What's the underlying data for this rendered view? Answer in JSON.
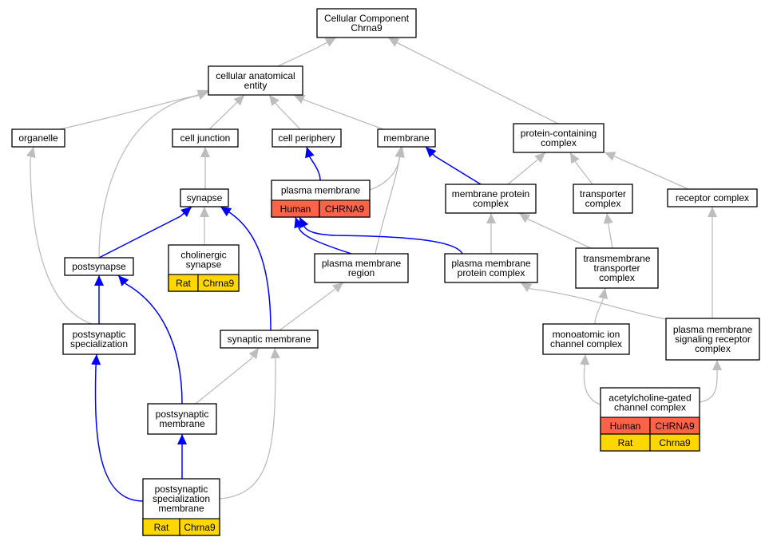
{
  "colors": {
    "grey_edge": "#bdbdbd",
    "blue_edge": "#0000ff",
    "human": "#ff6347",
    "rat": "#ffd700"
  },
  "nodes": {
    "root": [
      "Cellular Component",
      "Chrna9"
    ],
    "cae": [
      "cellular anatomical",
      "entity"
    ],
    "organelle": [
      "organelle"
    ],
    "cell_junction": [
      "cell junction"
    ],
    "cell_periphery": [
      "cell periphery"
    ],
    "membrane": [
      "membrane"
    ],
    "pcc": [
      "protein-containing",
      "complex"
    ],
    "synapse": [
      "synapse"
    ],
    "plasma_membrane": [
      "plasma membrane"
    ],
    "membrane_protein_complex": [
      "membrane protein",
      "complex"
    ],
    "transporter_complex": [
      "transporter",
      "complex"
    ],
    "receptor_complex": [
      "receptor complex"
    ],
    "postsynapse": [
      "postsynapse"
    ],
    "cholinergic_synapse": [
      "cholinergic",
      "synapse"
    ],
    "pm_region": [
      "plasma membrane",
      "region"
    ],
    "pm_protein_complex": [
      "plasma membrane",
      "protein complex"
    ],
    "tm_transporter_complex": [
      "transmembrane",
      "transporter",
      "complex"
    ],
    "postsynaptic_specialization": [
      "postsynaptic",
      "specialization"
    ],
    "synaptic_membrane": [
      "synaptic membrane"
    ],
    "ion_channel_complex": [
      "monoatomic ion",
      "channel complex"
    ],
    "pm_signaling_receptor_complex": [
      "plasma membrane",
      "signaling receptor",
      "complex"
    ],
    "postsynaptic_membrane": [
      "postsynaptic",
      "membrane"
    ],
    "ach_gated_channel_complex": [
      "acetylcholine-gated",
      "channel complex"
    ],
    "psm": [
      "postsynaptic",
      "specialization",
      "membrane"
    ]
  },
  "annotations": {
    "plasma_membrane": [
      [
        "Human",
        "CHRNA9"
      ]
    ],
    "cholinergic_synapse": [
      [
        "Rat",
        "Chrna9"
      ]
    ],
    "ach_gated_channel_complex": [
      [
        "Human",
        "CHRNA9"
      ],
      [
        "Rat",
        "Chrna9"
      ]
    ],
    "psm": [
      [
        "Rat",
        "Chrna9"
      ]
    ]
  },
  "edges": [
    [
      "cae",
      "root",
      "grey"
    ],
    [
      "pcc",
      "root",
      "grey"
    ],
    [
      "organelle",
      "cae",
      "grey"
    ],
    [
      "cell_junction",
      "cae",
      "grey"
    ],
    [
      "cell_periphery",
      "cae",
      "grey"
    ],
    [
      "membrane",
      "cae",
      "grey"
    ],
    [
      "postsynapse",
      "cae",
      "grey"
    ],
    [
      "synapse",
      "cell_junction",
      "grey"
    ],
    [
      "plasma_membrane",
      "cell_periphery",
      "blue"
    ],
    [
      "plasma_membrane",
      "membrane",
      "grey"
    ],
    [
      "membrane_protein_complex",
      "membrane",
      "blue"
    ],
    [
      "pm_region",
      "membrane",
      "grey"
    ],
    [
      "membrane_protein_complex",
      "pcc",
      "grey"
    ],
    [
      "transporter_complex",
      "pcc",
      "grey"
    ],
    [
      "receptor_complex",
      "pcc",
      "grey"
    ],
    [
      "postsynapse",
      "synapse",
      "blue"
    ],
    [
      "cholinergic_synapse",
      "synapse",
      "grey"
    ],
    [
      "synaptic_membrane",
      "synapse",
      "blue"
    ],
    [
      "postsynaptic_specialization",
      "organelle",
      "grey"
    ],
    [
      "pm_region",
      "plasma_membrane",
      "blue"
    ],
    [
      "pm_protein_complex",
      "plasma_membrane",
      "blue"
    ],
    [
      "pm_protein_complex",
      "membrane_protein_complex",
      "grey"
    ],
    [
      "tm_transporter_complex",
      "membrane_protein_complex",
      "grey"
    ],
    [
      "tm_transporter_complex",
      "transporter_complex",
      "grey"
    ],
    [
      "pm_signaling_receptor_complex",
      "receptor_complex",
      "grey"
    ],
    [
      "postsynaptic_specialization",
      "postsynapse",
      "blue"
    ],
    [
      "postsynaptic_membrane",
      "postsynapse",
      "blue"
    ],
    [
      "synaptic_membrane",
      "pm_region",
      "grey"
    ],
    [
      "pm_signaling_receptor_complex",
      "pm_protein_complex",
      "grey"
    ],
    [
      "ion_channel_complex",
      "tm_transporter_complex",
      "grey"
    ],
    [
      "psm",
      "postsynaptic_specialization",
      "blue"
    ],
    [
      "postsynaptic_membrane",
      "synaptic_membrane",
      "grey"
    ],
    [
      "psm",
      "synaptic_membrane",
      "grey"
    ],
    [
      "psm",
      "postsynaptic_membrane",
      "blue"
    ],
    [
      "ach_gated_channel_complex",
      "ion_channel_complex",
      "grey"
    ],
    [
      "ach_gated_channel_complex",
      "pm_signaling_receptor_complex",
      "grey"
    ]
  ]
}
